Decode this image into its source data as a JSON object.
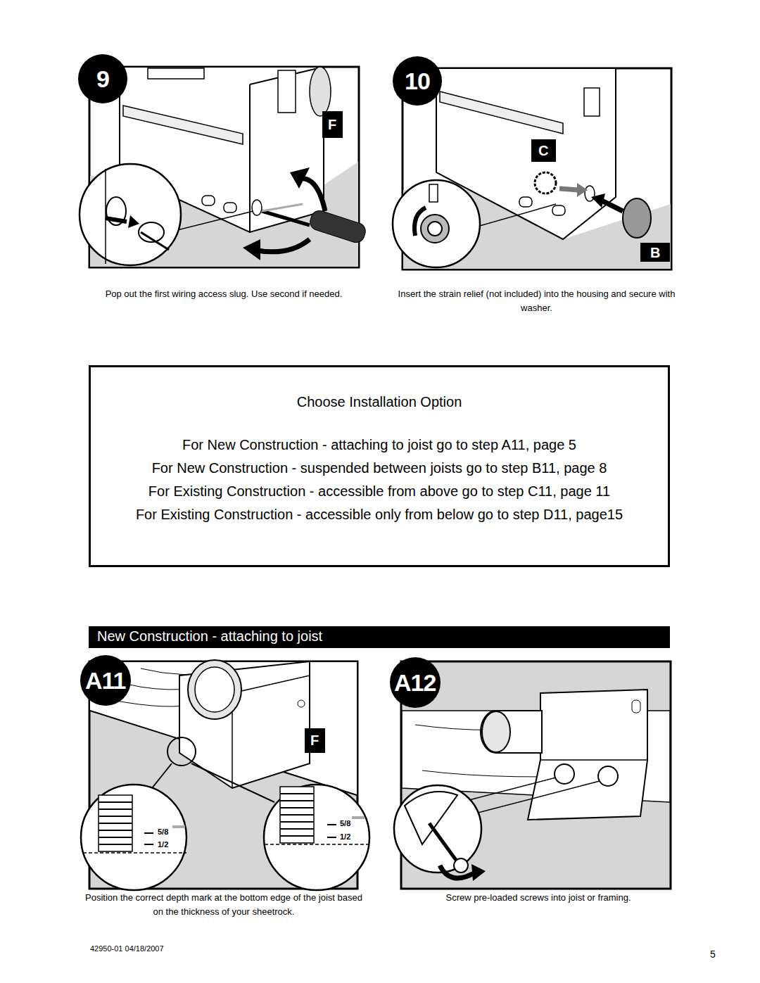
{
  "diagram": {
    "nodes": [
      {
        "text": [
          "Choose Installation Option",
          "For New Construction - attaching to joist go to step A11, page 5",
          "For New Construction - suspended between joists go to step B11, page 8",
          "For Existing Construction - accessible from above go to step C11, page 11",
          "For Existing Construction - accessible only from below go to step D11, page15"
        ]
      },
      {
        "text": [
          "New Construction - attaching to joist"
        ]
      }
    ],
    "labels": [
      "9",
      "F",
      "10",
      "C",
      "B",
      "Pop out the first wiring access slug. Use second if needed.",
      "Insert the strain relief (not included) into the housing and secure with washer.",
      "A11",
      "F",
      "5/8",
      "1/2",
      "5/8",
      "1/2",
      "A12",
      "Position the correct depth mark at the bottom edge of the joist based on the thickness of your sheetrock.",
      "Screw pre-loaded screws into joist or framing.",
      "42950-01 04/18/2007",
      "5"
    ]
  }
}
